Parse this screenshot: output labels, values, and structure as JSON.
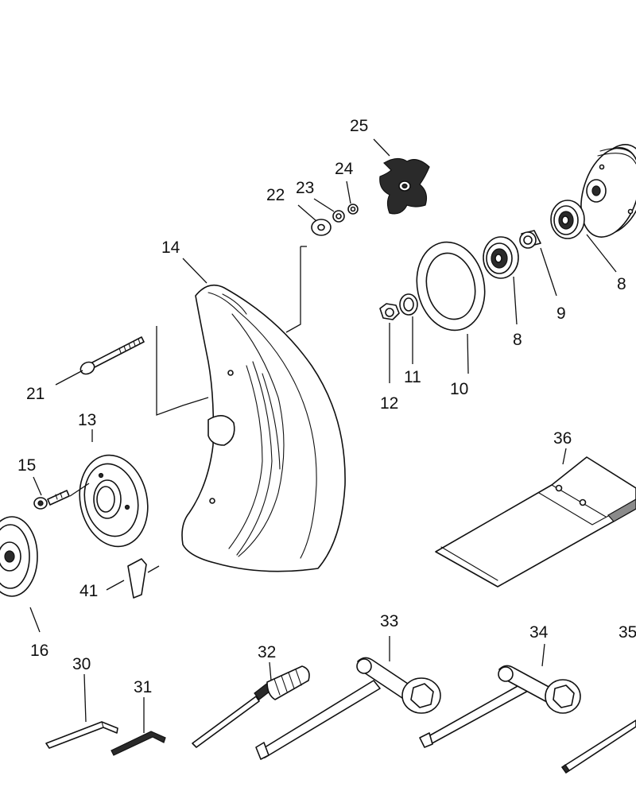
{
  "diagram": {
    "type": "exploded-parts-diagram",
    "callouts": {
      "c25": "25",
      "c24": "24",
      "c23": "23",
      "c22": "22",
      "c14": "14",
      "c8a": "8",
      "c9": "9",
      "c8b": "8",
      "c10": "10",
      "c11": "11",
      "c12": "12",
      "c21": "21",
      "c13": "13",
      "c15": "15",
      "c36": "36",
      "c41": "41",
      "c16": "16",
      "c33": "33",
      "c34": "34",
      "c35": "35",
      "c32": "32",
      "c30": "30",
      "c31": "31"
    },
    "colors": {
      "line": "#111111",
      "fill": "#ffffff",
      "dark": "#2a2a2a"
    }
  }
}
